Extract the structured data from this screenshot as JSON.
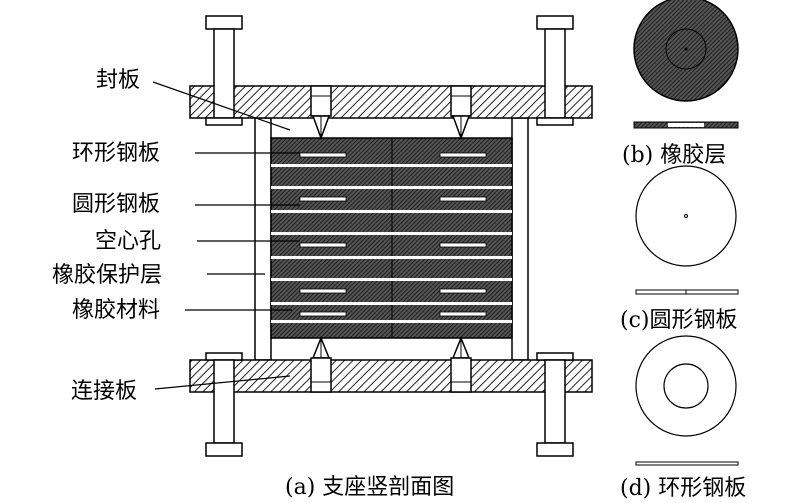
{
  "labels": {
    "sealing_plate": "封板",
    "annular_steel_plate": "环形钢板",
    "circular_steel_plate": "圆形钢板",
    "hollow_hole": "空心孔",
    "rubber_protective_layer": "橡胶保护层",
    "rubber_material": "橡胶材料",
    "connecting_plate": "连接板"
  },
  "captions": {
    "a": "(a) 支座竖剖面图",
    "b": "(b) 橡胶层",
    "c": "(c)圆形钢板",
    "d": "(d) 环形钢板"
  }
}
